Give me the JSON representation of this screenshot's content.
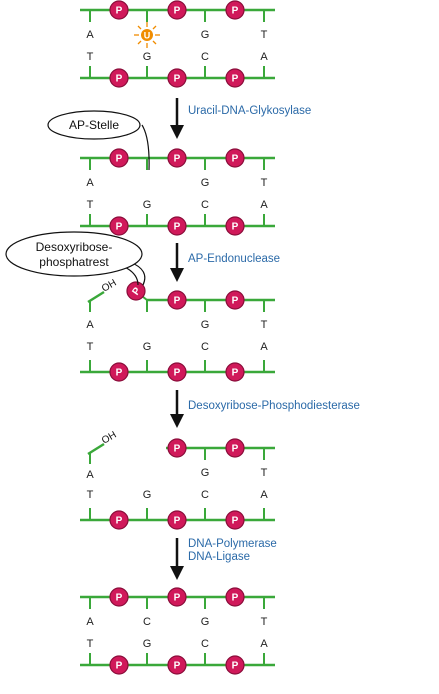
{
  "colors": {
    "backbone": "#3aa83a",
    "phosphate": "#d0195a",
    "phosphate_ring": "#8a0d3a",
    "step_text": "#2b6aa8",
    "uracil": "#f08c00",
    "arrow": "#111111"
  },
  "phosphate_label": "P",
  "uracil_label": "U",
  "oh_label": "OH",
  "steps": [
    {
      "label": "Uracil-DNA-Glykosylase"
    },
    {
      "label": "AP-Endonuclease"
    },
    {
      "label": "Desoxyribose-Phosphodiesterase"
    },
    {
      "label": "DNA-Polymerase",
      "label2": "DNA-Ligase"
    }
  ],
  "callouts": {
    "ap_site": "AP-Stelle",
    "residue_line1": "Desoxyribose-",
    "residue_line2": "phosphatrest"
  },
  "panels": [
    {
      "top": [
        "A",
        "",
        "G",
        "T"
      ],
      "bottom": [
        "T",
        "G",
        "C",
        "A"
      ]
    },
    {
      "top": [
        "A",
        "",
        "G",
        "T"
      ],
      "bottom": [
        "T",
        "G",
        "C",
        "A"
      ]
    },
    {
      "top": [
        "A",
        "",
        "G",
        "T"
      ],
      "bottom": [
        "T",
        "G",
        "C",
        "A"
      ]
    },
    {
      "top": [
        "A",
        "",
        "G",
        "T"
      ],
      "bottom": [
        "T",
        "G",
        "C",
        "A"
      ]
    },
    {
      "top": [
        "A",
        "C",
        "G",
        "T"
      ],
      "bottom": [
        "T",
        "G",
        "C",
        "A"
      ]
    }
  ]
}
